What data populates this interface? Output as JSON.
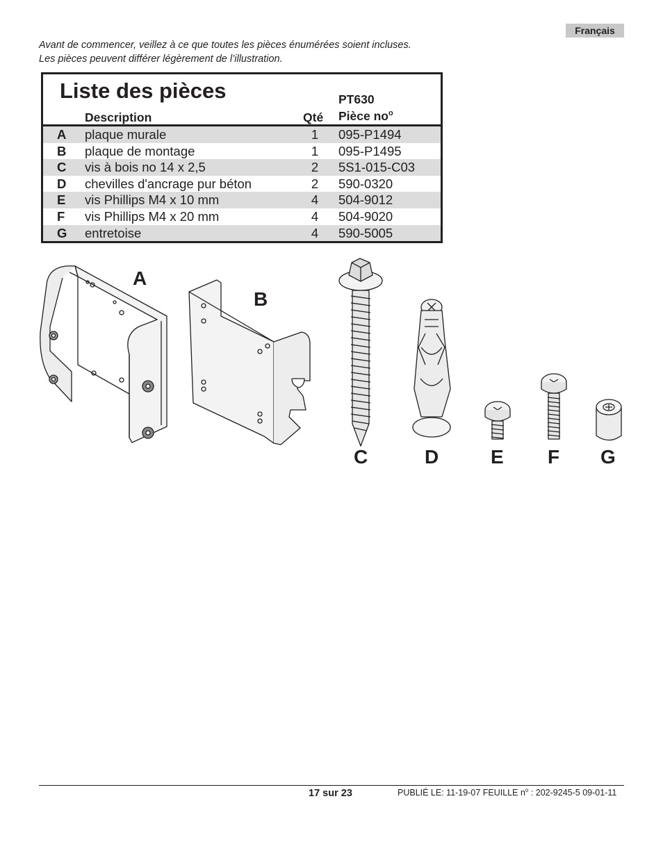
{
  "header": {
    "language": "Français"
  },
  "intro": {
    "line1": "Avant de commencer, veillez à ce que toutes les pièces énumérées soient incluses.",
    "line2": "Les pièces peuvent différer légèrement de l’illustration."
  },
  "parts_table": {
    "title": "Liste des pièces",
    "col_description": "Description",
    "col_qty": "Qté",
    "col_model": "PT630",
    "col_part_no": "Pièce no",
    "col_part_no_sup": "o",
    "rows": [
      {
        "letter": "A",
        "description": "plaque murale",
        "qty": "1",
        "part_no": "095-P1494"
      },
      {
        "letter": "B",
        "description": "plaque de montage",
        "qty": "1",
        "part_no": "095-P1495"
      },
      {
        "letter": "C",
        "description": "vis à bois no 14 x 2,5",
        "qty": "2",
        "part_no": "5S1-015-C03"
      },
      {
        "letter": "D",
        "description": "chevilles d'ancrage pur béton",
        "qty": "2",
        "part_no": "590-0320"
      },
      {
        "letter": "E",
        "description": "vis Phillips M4 x 10 mm",
        "qty": "4",
        "part_no": "504-9012"
      },
      {
        "letter": "F",
        "description": "vis Phillips M4 x 20 mm",
        "qty": "4",
        "part_no": "504-9020"
      },
      {
        "letter": "G",
        "description": "entretoise",
        "qty": "4",
        "part_no": "590-5005"
      }
    ]
  },
  "figure_labels": {
    "a": "A",
    "b": "B",
    "c": "C",
    "d": "D",
    "e": "E",
    "f": "F",
    "g": "G"
  },
  "footer": {
    "page": "17 sur 23",
    "published": "PUBLIÉ LE: 11-19-07   FEUILLE n",
    "published_sup": "o",
    "sheet": " : 202-9245-5  09-01-11"
  }
}
